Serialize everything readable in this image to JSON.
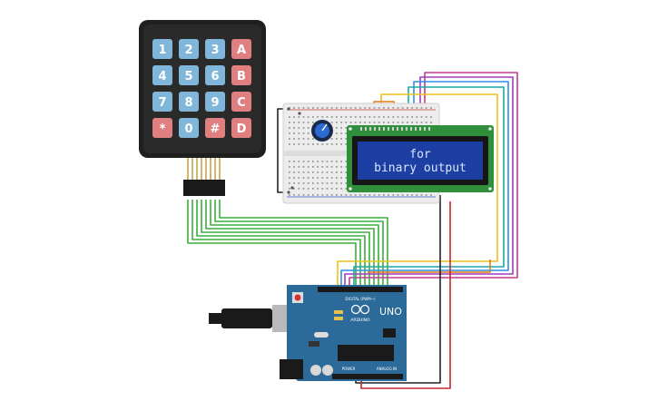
{
  "keypad": {
    "keys": [
      [
        "1",
        "2",
        "3",
        "A"
      ],
      [
        "4",
        "5",
        "6",
        "B"
      ],
      [
        "7",
        "8",
        "9",
        "C"
      ],
      [
        "*",
        "0",
        "#",
        "D"
      ]
    ],
    "colors": {
      "number": "#7fb6d9",
      "letter": "#e07f7f",
      "body": "#1f1f1f"
    }
  },
  "lcd": {
    "line1": "for",
    "line2": "binary output",
    "colors": {
      "pcb": "#2f8f3a",
      "screen": "#1d3fa3"
    }
  },
  "arduino": {
    "model": "UNO",
    "brand": "ARDUINO",
    "header_digital": "DIGITAL (PWM~)",
    "header_power": "POWER",
    "header_analog": "ANALOG IN",
    "color": "#2b6a99"
  },
  "wire_colors": {
    "green": "#3aae3a",
    "red": "#c8252b",
    "black": "#222222",
    "orange": "#e07a1a",
    "yellow": "#e8c21d",
    "blue": "#2f8fe0",
    "teal": "#1ba9a9",
    "purple": "#a03dbb",
    "magenta": "#c23a8e"
  }
}
